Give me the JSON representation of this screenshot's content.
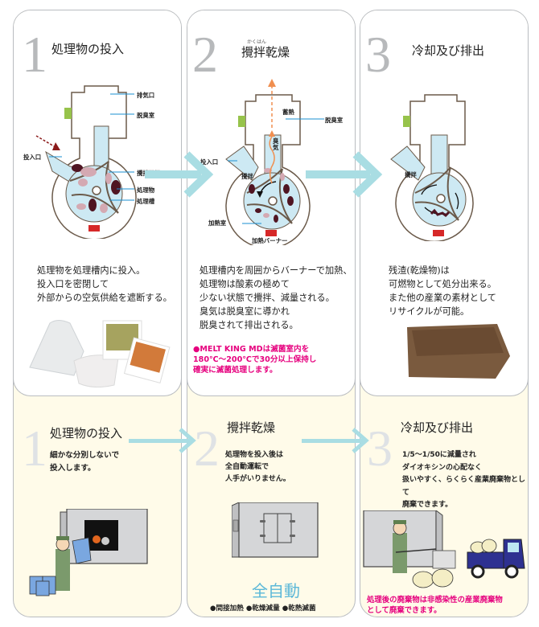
{
  "colors": {
    "panel_border": "#b9bcc0",
    "cream_bg": "#fffbe9",
    "arrow": "#a9dde3",
    "tank_fill": "#cde9f3",
    "outline": "#6b5a4a",
    "waste": "#4f1522",
    "waste_light": "#d4a9b2",
    "burner": "#d62828",
    "vent": "#97c34b",
    "label_line": "#1a8fd1",
    "odor": "#f08f50",
    "pink_text": "#e6007e",
    "zenjido": "#5bb8d8"
  },
  "steps": [
    {
      "number": "1",
      "title": "処理物の投入",
      "description": "処理物を処理槽内に投入。\n投入口を密閉して\n外部からの空気供給を遮断する。",
      "diagram_labels": {
        "exhaust": "排気口",
        "deodorize": "脱臭室",
        "inlet": "投入口",
        "blade": "攪拌羽根",
        "material": "処理物",
        "tank": "処理槽"
      },
      "photo_items": [
        "plastic-bag",
        "diaper",
        "food-photo-1",
        "food-photo-2"
      ],
      "bottom": {
        "title": "処理物の投入",
        "description": "細かな分別しないで\n投入します。",
        "illustration": "worker-loading-waste"
      }
    },
    {
      "number": "2",
      "title": "攪拌乾燥",
      "ruby": "かくはん",
      "description": "処理槽内を周囲からバーナーで加熱、\n処理物は酸素の極めて\n少ない状態で攪拌、減量される。\n臭気は脱臭室に導かれ\n脱臭されて排出される。",
      "note": "●MELT KING MDは滅菌室内を\n  180℃～200℃で30分以上保持し\n  確実に滅菌処理します。",
      "diagram_labels": {
        "heat_storage": "蓄熱",
        "deodorize": "脱臭室",
        "odor": "臭\n気",
        "inlet": "投入口",
        "stir": "攪拌",
        "heating_chamber": "加熱室",
        "burner": "加熱バーナー"
      },
      "bottom": {
        "title": "攪拌乾燥",
        "description": "処理物を投入後は\n全自動運転で\n人手がいりません。",
        "auto_label": "全自動",
        "features": [
          "●間接加熱",
          "●乾燥減量",
          "●乾熱滅菌"
        ],
        "illustration": "closed-machine"
      }
    },
    {
      "number": "3",
      "title": "冷却及び排出",
      "description": "残渣(乾燥物)は\n可燃物として処分出来る。\nまた他の産業の素材として\nリサイクルが可能。",
      "diagram_labels": {
        "stir": "攪拌"
      },
      "photo_items": [
        "residue-tray"
      ],
      "bottom": {
        "title": "冷却及び排出",
        "description": "1/5～1/50に減量され\nダイオキシンの心配なく\n扱いやすく、らくらく産業廃棄物として\n廃棄できます。",
        "note": "処理後の廃棄物は非感染性の産業廃棄物\nとして廃棄できます。",
        "illustration": "worker-unloading-truck"
      }
    }
  ]
}
